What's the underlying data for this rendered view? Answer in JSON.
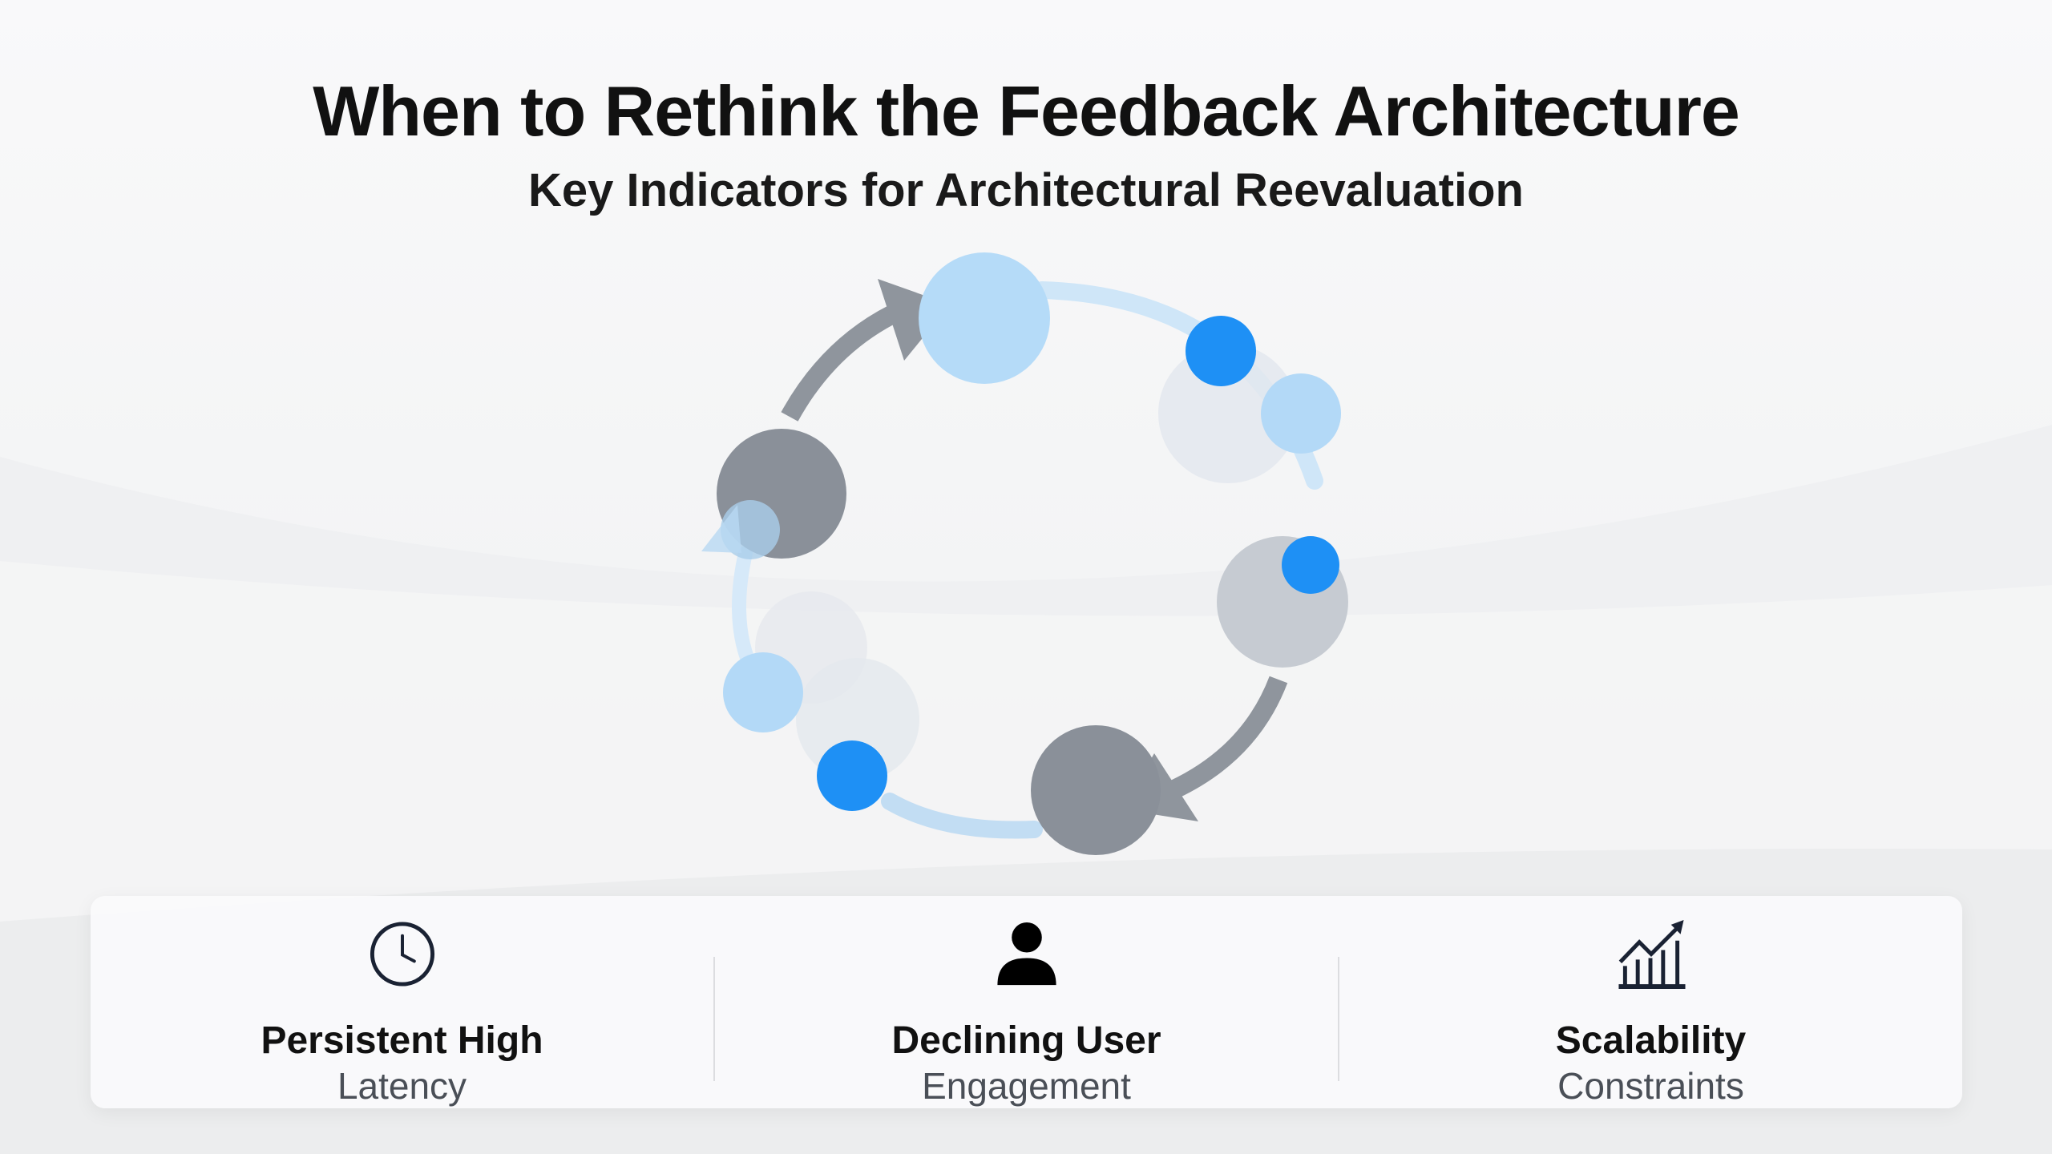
{
  "title": "When to Rethink the Feedback Architecture",
  "subtitle": "Key Indicators for Architectural Reevaluation",
  "colors": {
    "accent_blue": "#1e90f5",
    "light_blue": "#b3d9f7",
    "dark_gray": "#8a9099",
    "icon": "#1a2233"
  },
  "indicators": [
    {
      "icon": "clock-icon",
      "line1": "Persistent High",
      "line2": "Latency"
    },
    {
      "icon": "user-icon",
      "line1": "Declining User",
      "line2": "Engagement"
    },
    {
      "icon": "growth-chart-icon",
      "line1": "Scalability",
      "line2": "Constraints"
    }
  ]
}
